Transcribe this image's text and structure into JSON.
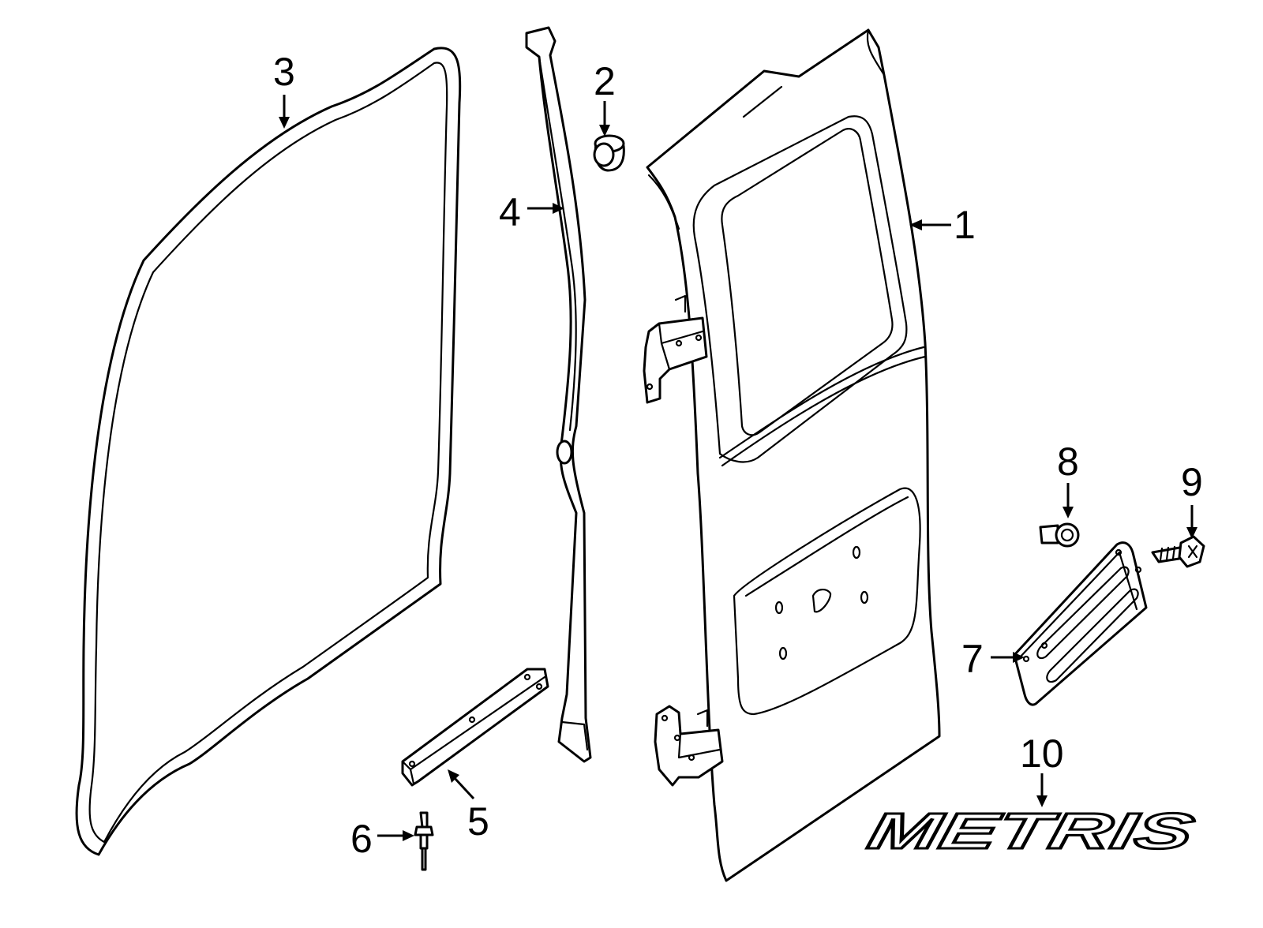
{
  "diagram": {
    "callouts": [
      {
        "id": "1",
        "label": "1"
      },
      {
        "id": "2",
        "label": "2"
      },
      {
        "id": "3",
        "label": "3"
      },
      {
        "id": "4",
        "label": "4"
      },
      {
        "id": "5",
        "label": "5"
      },
      {
        "id": "6",
        "label": "6"
      },
      {
        "id": "7",
        "label": "7"
      },
      {
        "id": "8",
        "label": "8"
      },
      {
        "id": "9",
        "label": "9"
      },
      {
        "id": "10",
        "label": "10"
      }
    ],
    "badge_text": "METRIS"
  },
  "colors": {
    "line": "#000000",
    "background": "#ffffff"
  }
}
